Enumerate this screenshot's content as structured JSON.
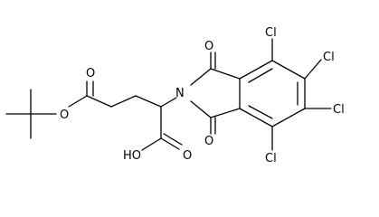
{
  "molecule": {
    "labels": {
      "o_ester_carbonyl": "O",
      "o_ester_ether": "O",
      "oh_acid": "HO",
      "o_acid_carbonyl": "O",
      "n_imide": "N",
      "o_imide_top": "O",
      "o_imide_bottom": "O",
      "cl_1": "Cl",
      "cl_2": "Cl",
      "cl_3": "Cl",
      "cl_4": "Cl"
    },
    "colors": {
      "bond": "#000000",
      "text": "#000000",
      "background": "#ffffff"
    }
  }
}
